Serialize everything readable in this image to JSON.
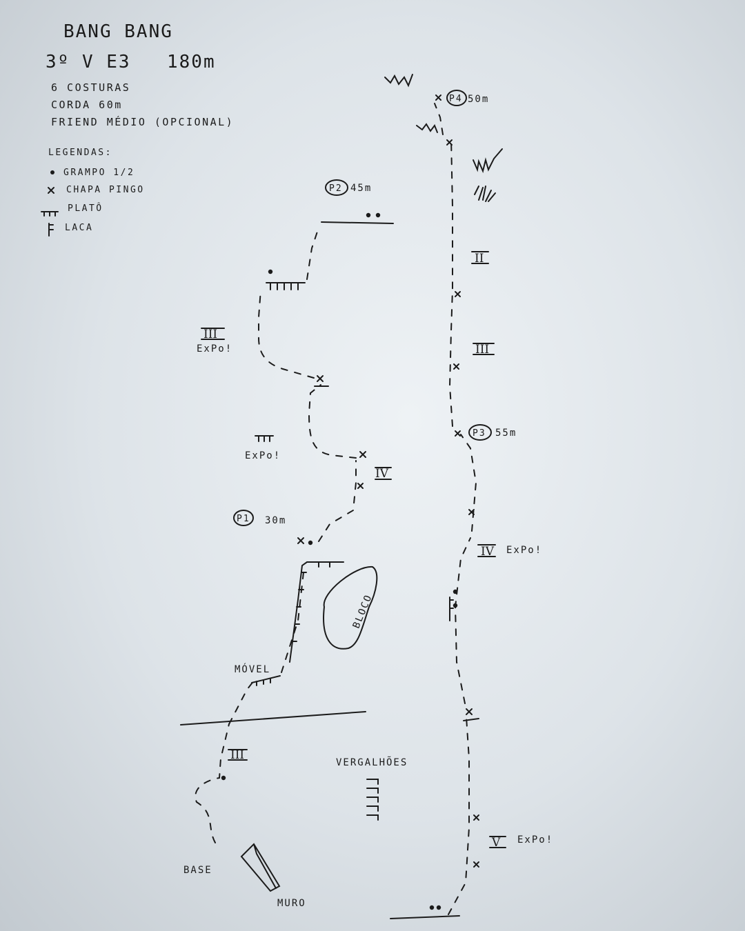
{
  "route": {
    "name": "BANG BANG",
    "grade": "3º V E3",
    "length": "180m"
  },
  "info": [
    "6 COSTURAS",
    "CORDA 60m",
    "FRIEND MÉDIO (OPCIONAL)"
  ],
  "legend": {
    "title": "LEGENDAS:",
    "items": [
      {
        "icon": "bolt-dot-icon",
        "label": "GRAMPO 1/2"
      },
      {
        "icon": "x-mark-icon",
        "label": "CHAPA PINGO"
      },
      {
        "icon": "ledge-icon",
        "label": "PLATÔ"
      },
      {
        "icon": "flake-icon",
        "label": "LACA"
      }
    ]
  },
  "belays": {
    "p1": {
      "badge": "P1",
      "length": "30m"
    },
    "p2": {
      "badge": "P2",
      "length": "45m"
    },
    "p3": {
      "badge": "P3",
      "length": "55m"
    },
    "p4": {
      "badge": "P4",
      "length": "50m"
    }
  },
  "grades": {
    "left_iii": "III",
    "left_iii_note": "ExPo!",
    "left_platform_note": "ExPo!",
    "left_iv": "IV",
    "bottom_iii": "III",
    "right_ii": "II",
    "right_iii": "III",
    "right_iv": "IV",
    "right_iv_note": "ExPo!",
    "right_v": "V",
    "right_v_note": "ExPo!"
  },
  "labels": {
    "bloco": "BLOCO",
    "movel": "MÓVEL",
    "vergalhoes": "VERGALHÕES",
    "base": "BASE",
    "muro": "MURO"
  }
}
